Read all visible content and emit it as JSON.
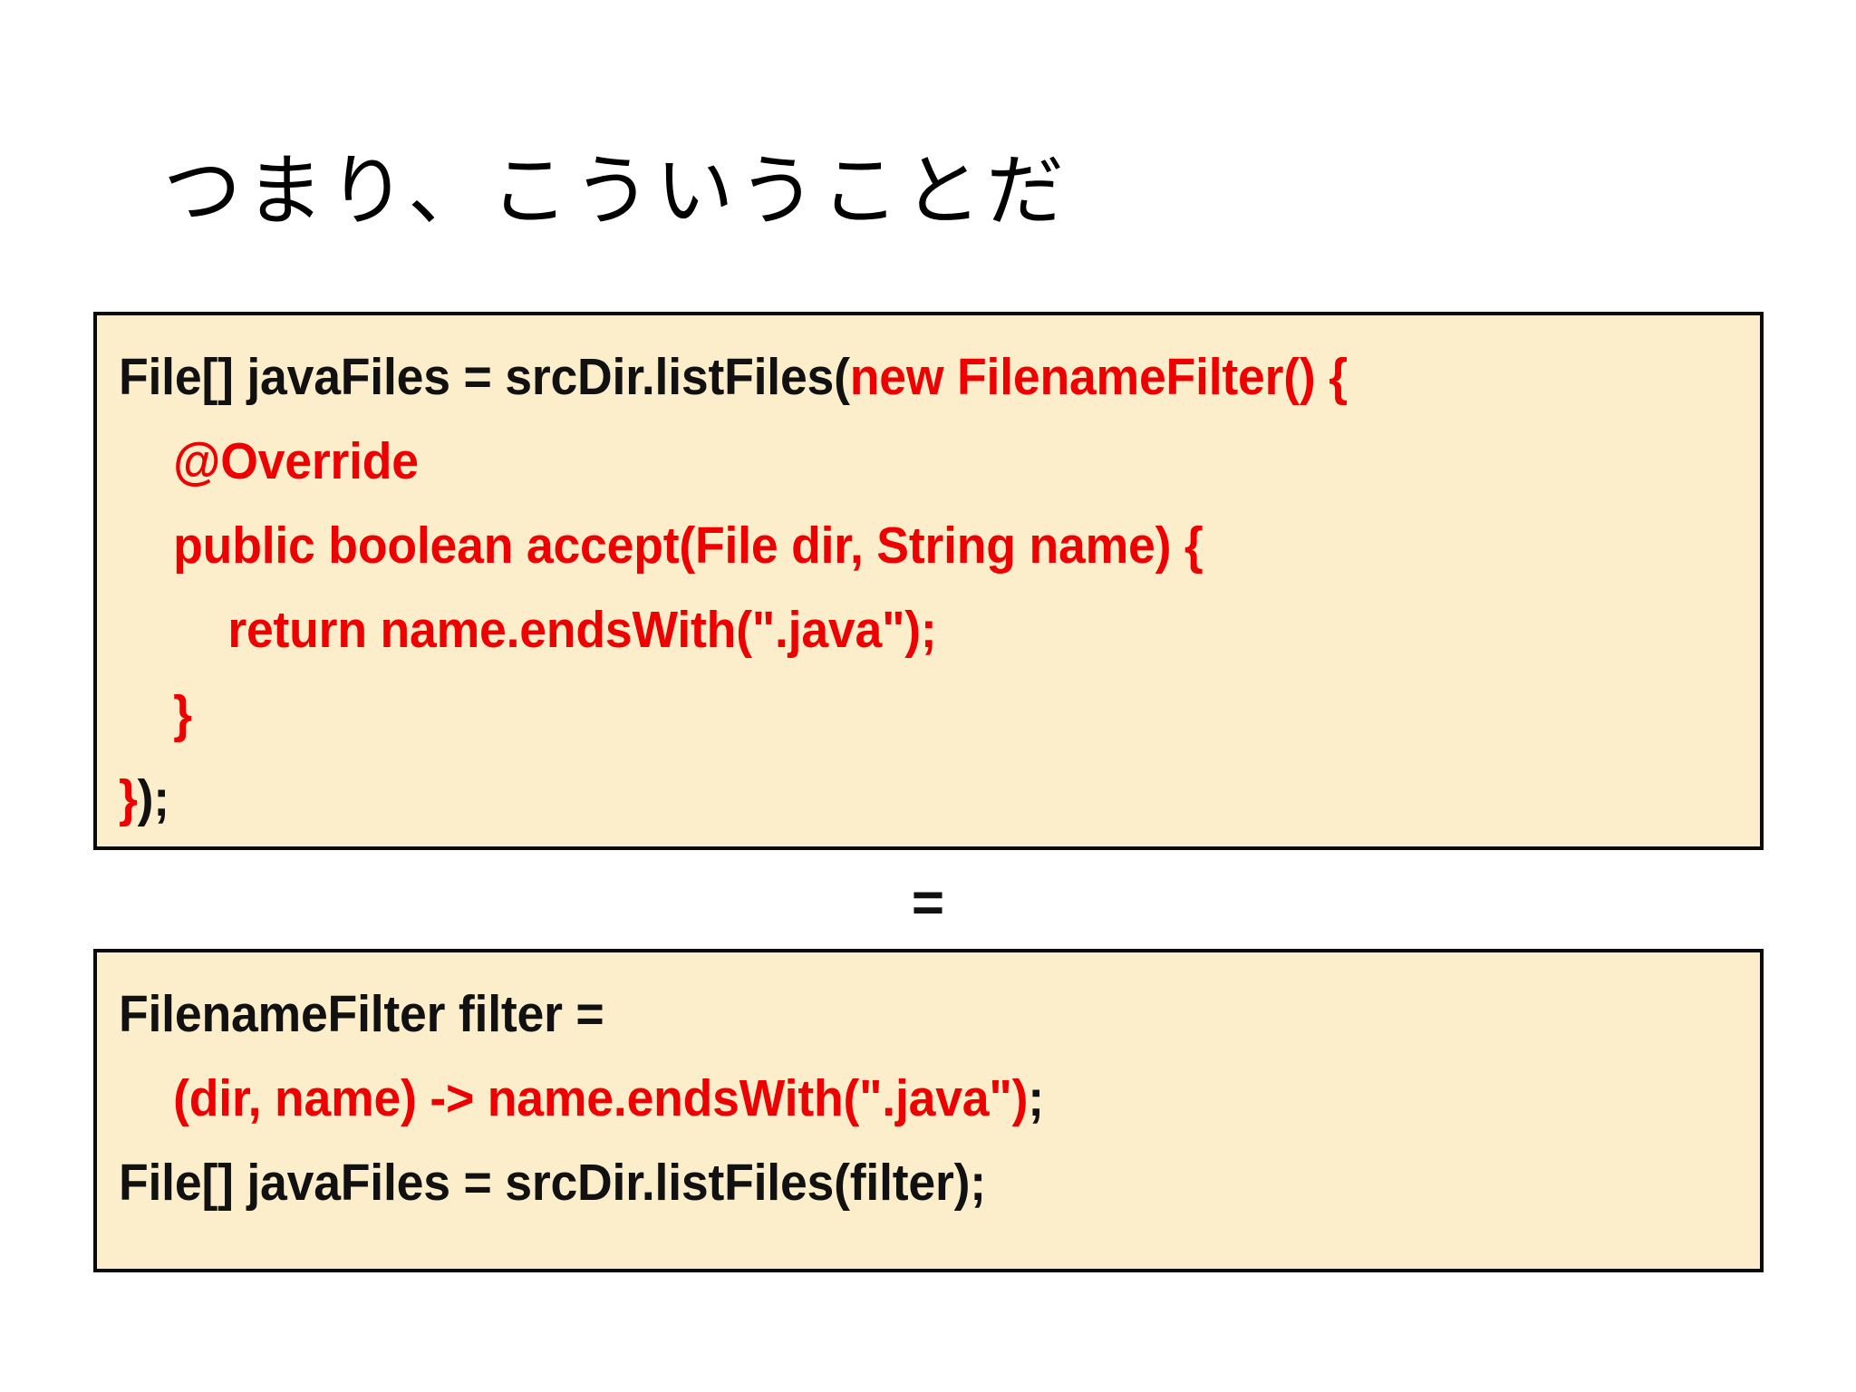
{
  "slide": {
    "title": "つまり、こういうことだ",
    "background_color": "#ffffff"
  },
  "theme": {
    "code_background": "#fceecb",
    "code_border": "#0a0a0a",
    "text_black": "#111111",
    "accent_red": "#ee0000"
  },
  "separator": {
    "label": "="
  },
  "code_block_anonymous_class": {
    "lines": [
      {
        "indent": 0,
        "tokens": [
          {
            "text": "File[] javaFiles = srcDir.listFiles(",
            "color": "black"
          },
          {
            "text": "new FilenameFilter() {",
            "color": "red"
          }
        ]
      },
      {
        "indent": 1,
        "tokens": [
          {
            "text": "@Override",
            "color": "red"
          }
        ]
      },
      {
        "indent": 1,
        "tokens": [
          {
            "text": "public boolean accept(File dir, String name) {",
            "color": "red"
          }
        ]
      },
      {
        "indent": 2,
        "tokens": [
          {
            "text": "return name.endsWith(\".java\");",
            "color": "red"
          }
        ]
      },
      {
        "indent": 1,
        "tokens": [
          {
            "text": "}",
            "color": "red"
          }
        ]
      },
      {
        "indent": 0,
        "tokens": [
          {
            "text": "}",
            "color": "red"
          },
          {
            "text": ");",
            "color": "black"
          }
        ]
      }
    ]
  },
  "code_block_lambda": {
    "lines": [
      {
        "indent": 0,
        "tokens": [
          {
            "text": "FilenameFilter filter =",
            "color": "black"
          }
        ]
      },
      {
        "indent": 1,
        "tokens": [
          {
            "text": "(dir, name) -> name.endsWith(\".java\")",
            "color": "red"
          },
          {
            "text": ";",
            "color": "black"
          }
        ]
      },
      {
        "indent": 0,
        "tokens": [
          {
            "text": "File[] javaFiles = srcDir.listFiles(filter);",
            "color": "black"
          }
        ]
      }
    ]
  }
}
